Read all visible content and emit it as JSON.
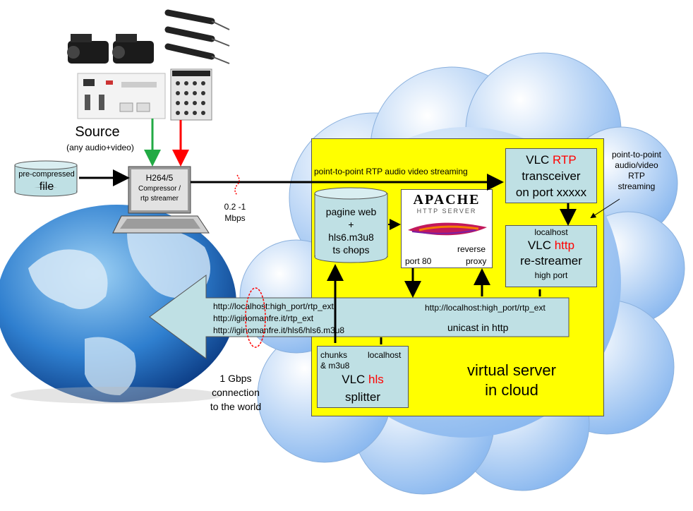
{
  "source": {
    "title": "Source",
    "subtitle": "(any audio+video)"
  },
  "file": {
    "line1": "pre-compressed",
    "line2": "file"
  },
  "laptop": {
    "line1": "H264/5",
    "line2": "Compressor  /",
    "line3": "rtp streamer"
  },
  "bandwidth": {
    "line1": "0.2 -1",
    "line2": "Mbps"
  },
  "connection": {
    "line1": "1 Gbps",
    "line2": "connection",
    "line3": "to the world"
  },
  "rtp_stream_label": "point-to-point RTP audio video streaming",
  "vlc_rtp": {
    "prefix": "VLC ",
    "accent": "RTP",
    "line2": "transceiver",
    "line3": "on port xxxxx"
  },
  "side_note": {
    "line1": "point-to-point",
    "line2": "audio/video",
    "line3": "RTP",
    "line4": "streaming"
  },
  "vlc_http": {
    "top": "localhost",
    "prefix": "VLC ",
    "accent": "http",
    "line2": "re-streamer",
    "line3": "high port"
  },
  "web_store": {
    "line1": "pagine web",
    "line2": "+",
    "line3": "hls6.m3u8",
    "line4": "ts chops"
  },
  "apache": {
    "logo_word": "APACHE",
    "logo_sub": "HTTP SERVER",
    "port": "port 80",
    "reverse": "reverse",
    "proxy": "proxy"
  },
  "urls": {
    "left1": "http://localhost:high_port/rtp_ext",
    "left2": "http://iginomanfre.it/rtp_ext",
    "left3": "http://iginomanfre.it/hls6/hls6.m3u8",
    "right": "http://localhost:high_port/rtp_ext",
    "unicast": "unicast in http"
  },
  "vlc_hls": {
    "chunks": "chunks",
    "m3u8": "& m3u8",
    "localhost": "localhost",
    "prefix": "VLC ",
    "accent": "hls",
    "line2": "splitter"
  },
  "server_label": {
    "line1": "virtual server",
    "line2": "in cloud"
  },
  "colors": {
    "yellow": "#ffff00",
    "box": "#bfe0e4",
    "accent": "#ff0000",
    "green": "#22aa44",
    "cloud": "#cfe2fb"
  }
}
